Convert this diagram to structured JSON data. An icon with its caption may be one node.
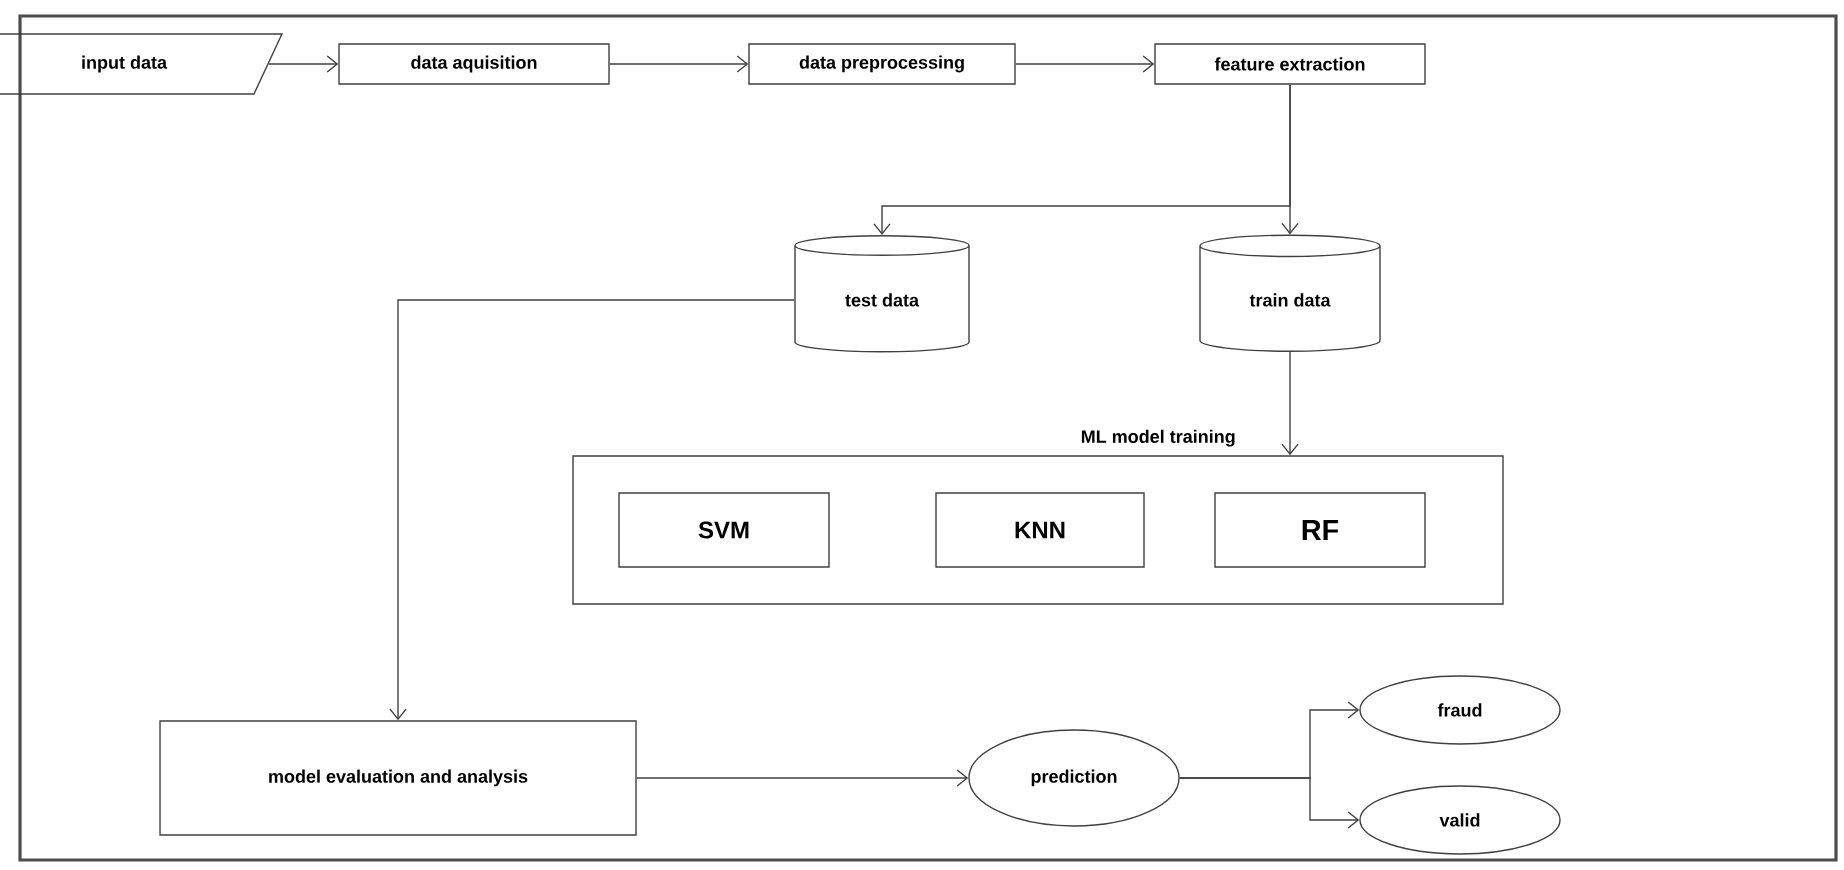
{
  "diagram": {
    "nodes": [
      {
        "text": [
          "input data"
        ]
      },
      {
        "text": [
          "data aquisition"
        ]
      },
      {
        "text": [
          "data preprocessing"
        ]
      },
      {
        "text": [
          "feature extraction"
        ]
      },
      {
        "text": [
          "test data"
        ]
      },
      {
        "text": [
          "train data"
        ]
      },
      {
        "text": [
          "ML model training"
        ]
      },
      {
        "text": [
          "SVM"
        ],
        "in": 6
      },
      {
        "text": [
          "KNN"
        ],
        "in": 6
      },
      {
        "text": [
          "RF"
        ],
        "in": 6
      },
      {
        "text": [
          "model evaluation and analysis"
        ]
      },
      {
        "text": [
          "prediction"
        ]
      },
      {
        "text": [
          "fraud"
        ]
      },
      {
        "text": [
          "valid"
        ]
      }
    ],
    "edges": [
      {
        "from": 0,
        "to": 1,
        "arrow": "to"
      },
      {
        "from": 1,
        "to": 2,
        "arrow": "to"
      },
      {
        "from": 2,
        "to": 3,
        "arrow": "to"
      },
      {
        "from": 3,
        "to": 4,
        "arrow": "to"
      },
      {
        "from": 3,
        "to": 5,
        "arrow": "to"
      },
      {
        "from": 5,
        "to": 6,
        "arrow": "to"
      },
      {
        "from": 4,
        "to": 10,
        "arrow": "to"
      },
      {
        "from": 10,
        "to": 11,
        "arrow": "to"
      },
      {
        "from": 11,
        "to": 12,
        "arrow": "to"
      },
      {
        "from": 11,
        "to": 13,
        "arrow": "to"
      }
    ]
  }
}
